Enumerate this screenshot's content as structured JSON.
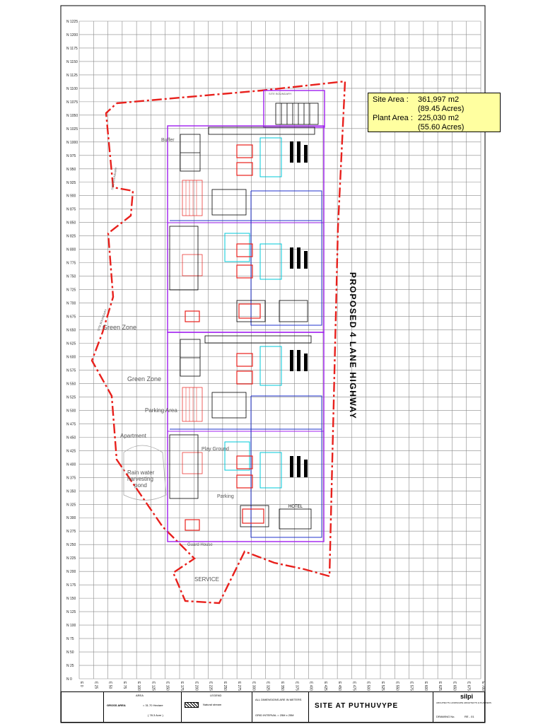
{
  "y_axis_labels": [
    "N 1225",
    "N 1200",
    "N 1175",
    "N 1150",
    "N 1125",
    "N 1100",
    "N 1075",
    "N 1050",
    "N 1025",
    "N 1000",
    "N 975",
    "N 950",
    "N 925",
    "N 900",
    "N 875",
    "N 850",
    "N 825",
    "N 800",
    "N 775",
    "N 750",
    "N 725",
    "N 700",
    "N 675",
    "N 650",
    "N 625",
    "N 600",
    "N 575",
    "N 550",
    "N 525",
    "N 500",
    "N 475",
    "N 450",
    "N 425",
    "N 400",
    "N 375",
    "N 350",
    "N 325",
    "N 300",
    "N 275",
    "N 250",
    "N 225",
    "N 200",
    "N 175",
    "N 150",
    "N 125",
    "N 100",
    "N 75",
    "N 50",
    "N 25",
    "N 0"
  ],
  "x_axis_labels": [
    "E 0",
    "E 25",
    "E 50",
    "E 75",
    "E 100",
    "E 125",
    "E 150",
    "E 175",
    "E 200",
    "E 225",
    "E 250",
    "E 275",
    "E 300",
    "E 325",
    "E 350",
    "E 375",
    "E 400",
    "E 425",
    "E 450",
    "E 475",
    "E 500",
    "E 525",
    "E 550",
    "E 575",
    "E 600",
    "E 625",
    "E 650",
    "E 675",
    "E 700"
  ],
  "area_info": {
    "site_label": "Site Area  :",
    "site_value": "361,997 m2",
    "site_acres": "(89.45 Acres)",
    "plant_label": "Plant Area :",
    "plant_value": "225,030 m2",
    "plant_acres": "(55.60 Acres)"
  },
  "highway_label": "PROPOSED 4 LANE HIGHWAY",
  "site_labels": {
    "site_boundary_top": "SITE BOUNDARY",
    "site_boundary_left": "SITE BOUNDARY",
    "site_boundary_left2": "SITE BOUNDARY",
    "green_zone_1": "Green Zone",
    "green_zone_2": "Green Zone",
    "buffer_top": "Buffer",
    "parking_area": "Parking Area",
    "apartment": "Apartment",
    "rain_water": "Rain water",
    "harvesting": "harvesting",
    "pond": "pond",
    "play_ground": "Play Ground",
    "parking": "Parking",
    "hotel": "HOTEL",
    "guard_house": "Guard House",
    "service": "SERVICE"
  },
  "title_block": {
    "area_header": "AREA",
    "gross_area_label": "GROSS AREA",
    "gross_area_value": "= 31.70 Hectare",
    "gross_area_acres": "( 78.3 Acre )",
    "legend_header": "LEGEND",
    "legend_item": "Natural stream",
    "dims_note": "ALL DIMENSIONS ARE IN METERS",
    "grid_note": "GRID INTERVAL = 25M x 25M",
    "title": "SITE  AT  PUTHUVYPE",
    "company": "silpi",
    "company_sub": "ARCHITECTS  LANDSCAPE ARCHITECTS & PLANNERS",
    "drawing_no_label": "DRAWING No.",
    "drawing_no_value": "RE - 01"
  },
  "colors": {
    "grid": "#8a8a8a",
    "boundary": "#e8201c",
    "plant_outline": "#a020f0",
    "road_blue": "#2233cc",
    "cyan": "#00c8d8",
    "area_box": "#ffffa0"
  }
}
